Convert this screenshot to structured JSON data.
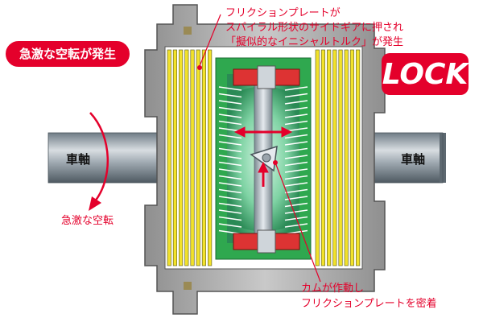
{
  "badge": {
    "text": "急激な空転が発生",
    "color": "#e4002b"
  },
  "lock_label": {
    "text": "LOCK",
    "color": "#e4002b"
  },
  "axle_left_label": "車軸",
  "axle_right_label": "車軸",
  "rotation_label": "急激な空転",
  "callout_top": {
    "lines": [
      "フリクションプレートが",
      "スパイラル形状のサイドギアに押され",
      "「擬似的なイニシャルトルク」が発生"
    ]
  },
  "callout_bottom": {
    "lines": [
      "カムが作動し",
      "フリクションプレートを密着"
    ]
  },
  "colors": {
    "accent_red": "#e4002b",
    "plate_yellow": "#f2e22a",
    "housing_gray": "#a7a7a7",
    "gear_green": "#2fa84f"
  }
}
